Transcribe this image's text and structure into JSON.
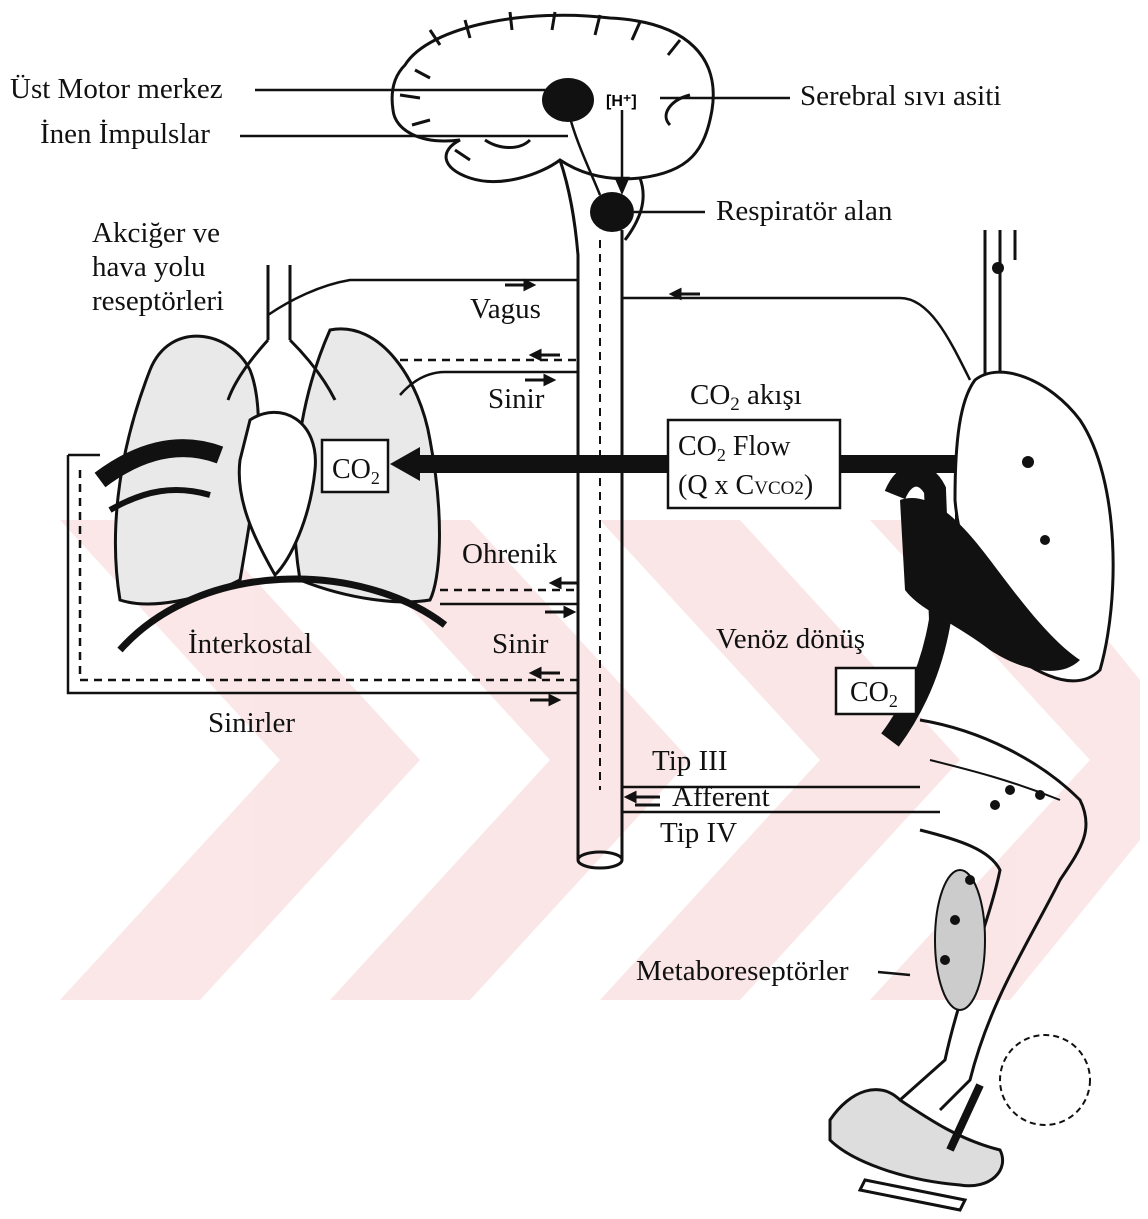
{
  "labels": {
    "ust_motor": "Üst Motor merkez",
    "inen_impuls": "İnen İmpulslar",
    "serebral": "Serebral sıvı asiti",
    "h_ion": "[H⁺]",
    "respirator": "Respiratör alan",
    "akciger_1": "Akciğer ve",
    "akciger_2": "hava yolu",
    "akciger_3": "reseptörleri",
    "vagus": "Vagus",
    "sinir_upper": "Sinir",
    "co2_akisi_prefix": "CO",
    "co2_akisi_sub": "2",
    "co2_akisi_suffix": " akışı",
    "lung_co2": "CO",
    "lung_co2_sub": "2",
    "flow_line1_a": "CO",
    "flow_line1_sub": "2",
    "flow_line1_b": " Flow",
    "flow_line2": "(Q x C",
    "flow_line2_small": "VCO2",
    "flow_line2_end": ")",
    "ohrenik": "Ohrenik",
    "interkostal": "İnterkostal",
    "sinir_lower": "Sinir",
    "venoz": "Venöz dönüş",
    "venous_co2": "CO",
    "venous_co2_sub": "2",
    "sinirler": "Sinirler",
    "tip3": "Tip III",
    "afferent": "Afferent",
    "tip4": "Tip IV",
    "metabo": "Metaboreseptörler"
  },
  "colors": {
    "ink": "#111111",
    "watermark": "#f3c6c6"
  }
}
